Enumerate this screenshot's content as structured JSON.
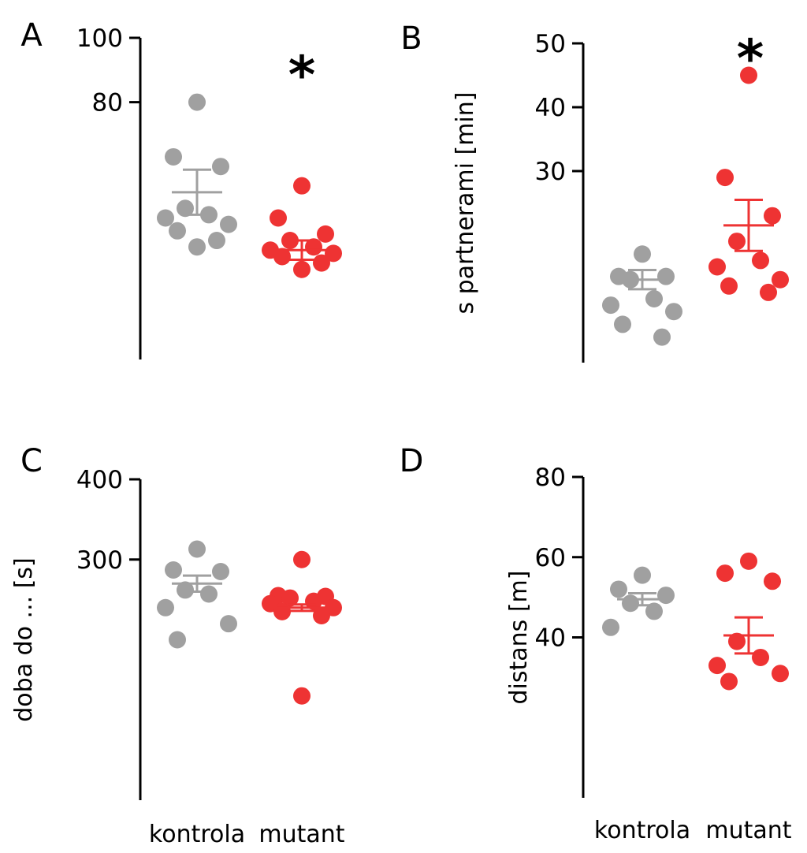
{
  "chart_data": [
    {
      "type": "scatter",
      "panel_label": "A",
      "categories": [
        "kontrola",
        "mutant"
      ],
      "ylabel": "",
      "ylim": [
        0,
        100
      ],
      "yticks": [
        100,
        80
      ],
      "significance": "*",
      "series": [
        {
          "category": "kontrola",
          "color": "#a0a0a0",
          "values": [
            80,
            63,
            60,
            47,
            45,
            44,
            42,
            40,
            37,
            35
          ],
          "mean": 52,
          "sem": 7
        },
        {
          "category": "mutant",
          "color": "#ee3333",
          "values": [
            54,
            44,
            39,
            37,
            35,
            34,
            33,
            32,
            30,
            28
          ],
          "mean": 34,
          "sem": 3
        }
      ]
    },
    {
      "type": "scatter",
      "panel_label": "B",
      "categories": [
        "kontrola",
        "mutant"
      ],
      "ylabel": "s partnerami [min]",
      "ylim": [
        0,
        50
      ],
      "yticks": [
        50,
        40,
        30
      ],
      "significance": "*",
      "series": [
        {
          "category": "kontrola",
          "color": "#a0a0a0",
          "values": [
            17,
            13.5,
            13.5,
            13,
            10,
            9,
            8,
            6,
            4
          ],
          "mean": 13,
          "sem": 1.5
        },
        {
          "category": "mutant",
          "color": "#ee3333",
          "values": [
            45,
            29,
            23,
            19,
            16,
            15,
            13,
            12,
            11
          ],
          "mean": 21.5,
          "sem": 4
        }
      ]
    },
    {
      "type": "scatter",
      "panel_label": "C",
      "categories": [
        "kontrola",
        "mutant"
      ],
      "ylabel": "doba do ... [s]",
      "ylim": [
        0,
        400
      ],
      "yticks": [
        400,
        300
      ],
      "significance": "",
      "series": [
        {
          "category": "kontrola",
          "color": "#a0a0a0",
          "values": [
            313,
            287,
            285,
            262,
            257,
            240,
            220,
            200
          ],
          "mean": 270,
          "sem": 10
        },
        {
          "category": "mutant",
          "color": "#ee3333",
          "values": [
            300,
            255,
            254,
            252,
            248,
            245,
            240,
            235,
            230,
            130
          ],
          "mean": 240,
          "sem": 4
        }
      ]
    },
    {
      "type": "scatter",
      "panel_label": "D",
      "categories": [
        "kontrola",
        "mutant"
      ],
      "ylabel": "distans [m]",
      "ylim": [
        0,
        80
      ],
      "yticks": [
        80,
        60,
        40
      ],
      "significance": "",
      "series": [
        {
          "category": "kontrola",
          "color": "#a0a0a0",
          "values": [
            55.5,
            52,
            50.5,
            48.5,
            46.5,
            42.5
          ],
          "mean": 49.5,
          "sem": 1.5
        },
        {
          "category": "mutant",
          "color": "#ee3333",
          "values": [
            59,
            56,
            54,
            39,
            35,
            33,
            31,
            29
          ],
          "mean": 40.5,
          "sem": 4.5
        }
      ]
    }
  ]
}
